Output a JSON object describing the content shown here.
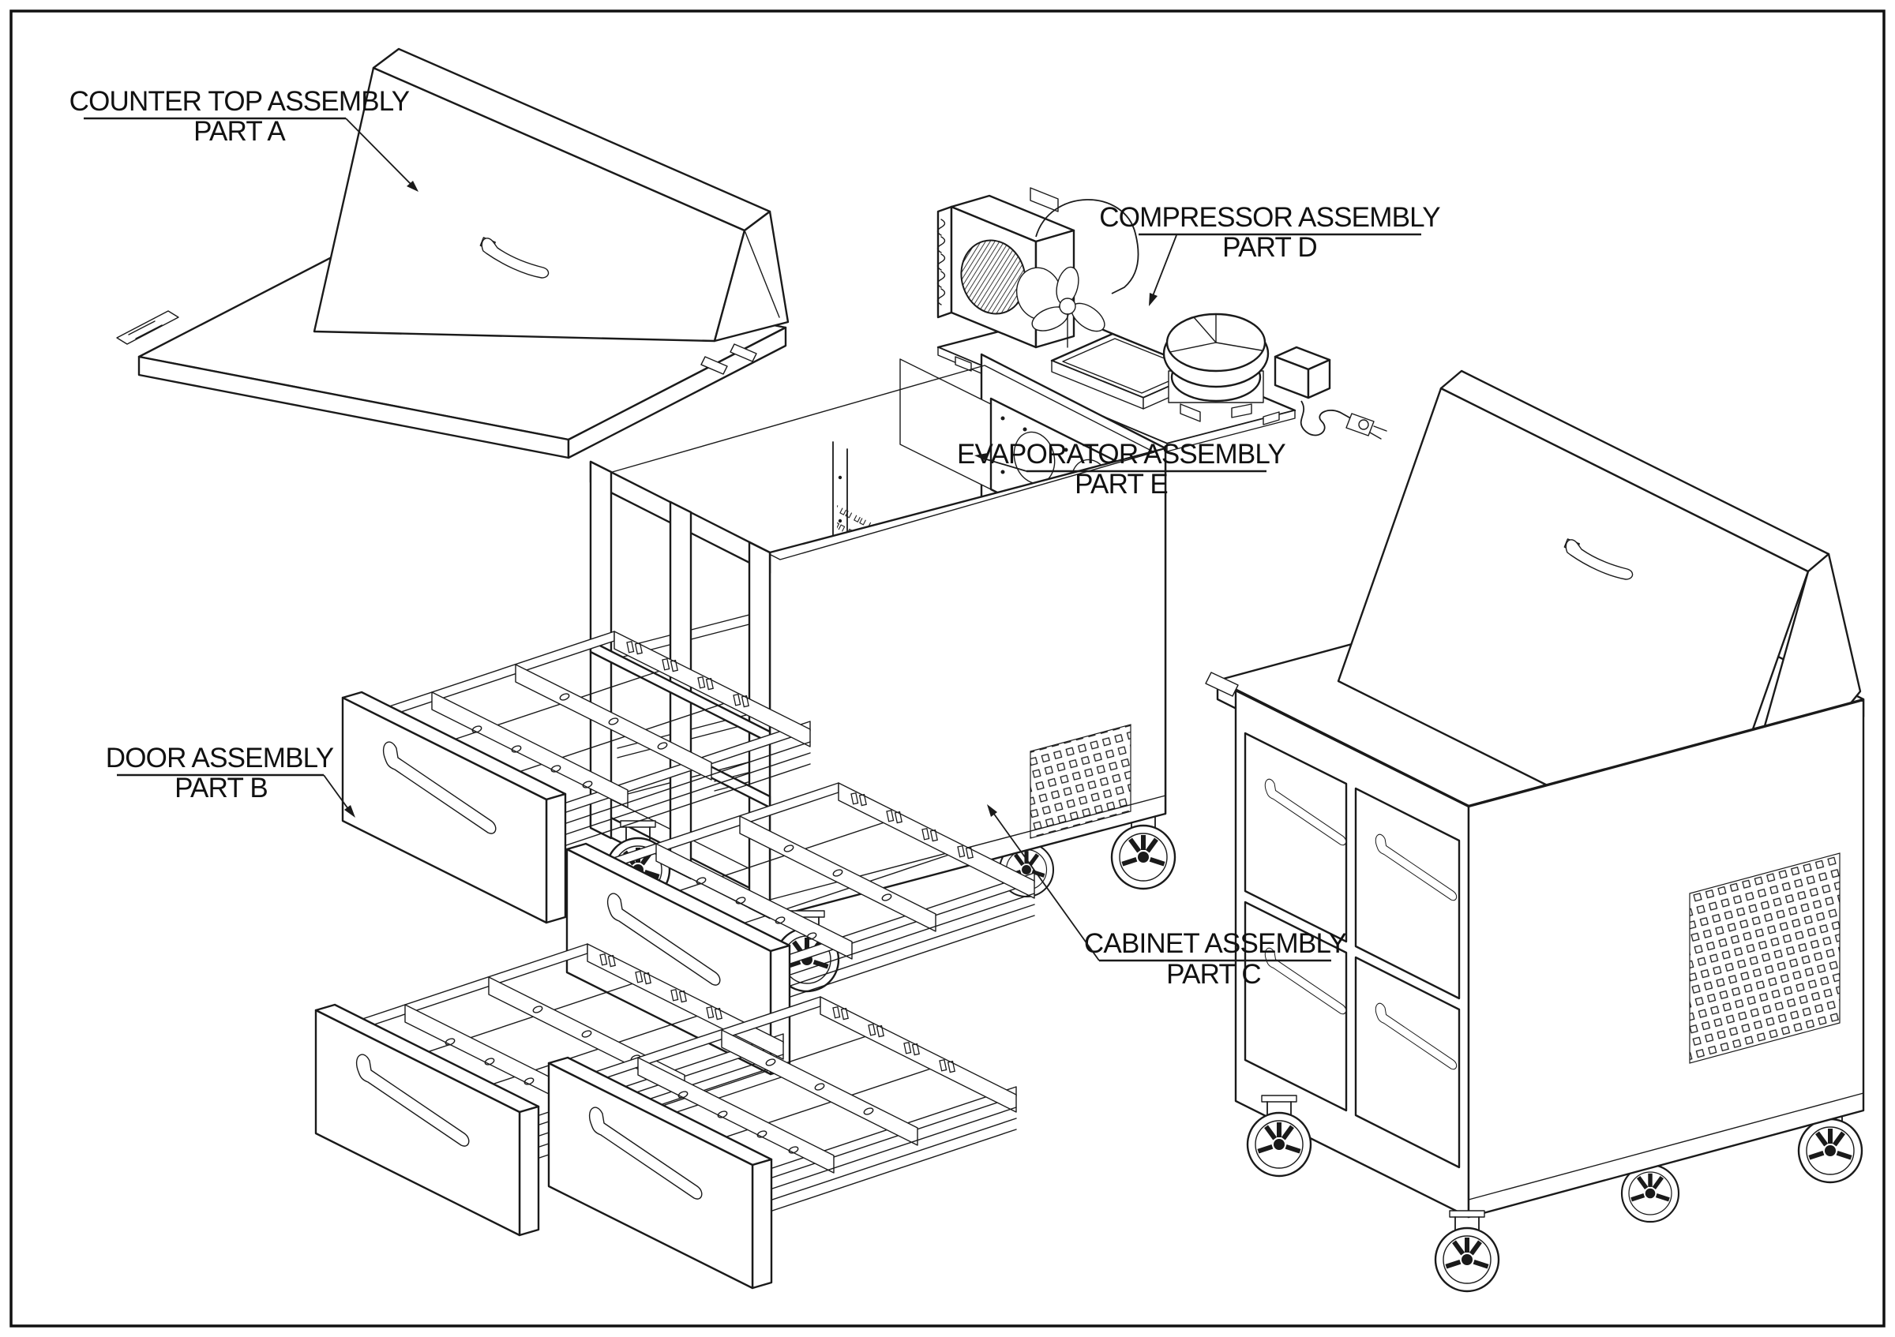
{
  "diagram": {
    "background_color": "#ffffff",
    "line_color": "#1a1a1a",
    "border_color": "#111111",
    "labels": {
      "countertop": {
        "line1": "COUNTER TOP ASSEMBLY",
        "line2": "PART A"
      },
      "door": {
        "line1": "DOOR ASSEMBLY",
        "line2": "PART B"
      },
      "cabinet": {
        "line1": "CABINET ASSEMBLY",
        "line2": "PART C"
      },
      "compressor": {
        "line1": "COMPRESSOR ASSEMBLY",
        "line2": "PART D"
      },
      "evaporator": {
        "line1": "EVAPORATOR ASSEMBLY",
        "line2": "PART E"
      }
    }
  }
}
